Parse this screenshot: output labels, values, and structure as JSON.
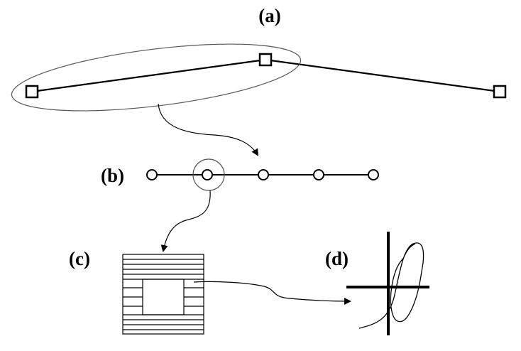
{
  "labels": {
    "a": "(a)",
    "b": "(b)",
    "c": "(c)",
    "d": "(d)"
  },
  "colors": {
    "stroke": "#000000",
    "ellipse": "#555555",
    "background": "#ffffff"
  },
  "panel_a": {
    "nodes": 3,
    "node_shape": "square"
  },
  "panel_b": {
    "nodes": 5,
    "node_shape": "circle",
    "highlighted_node_index": 1
  },
  "panel_d": {
    "curve": "hysteresis-loop"
  }
}
